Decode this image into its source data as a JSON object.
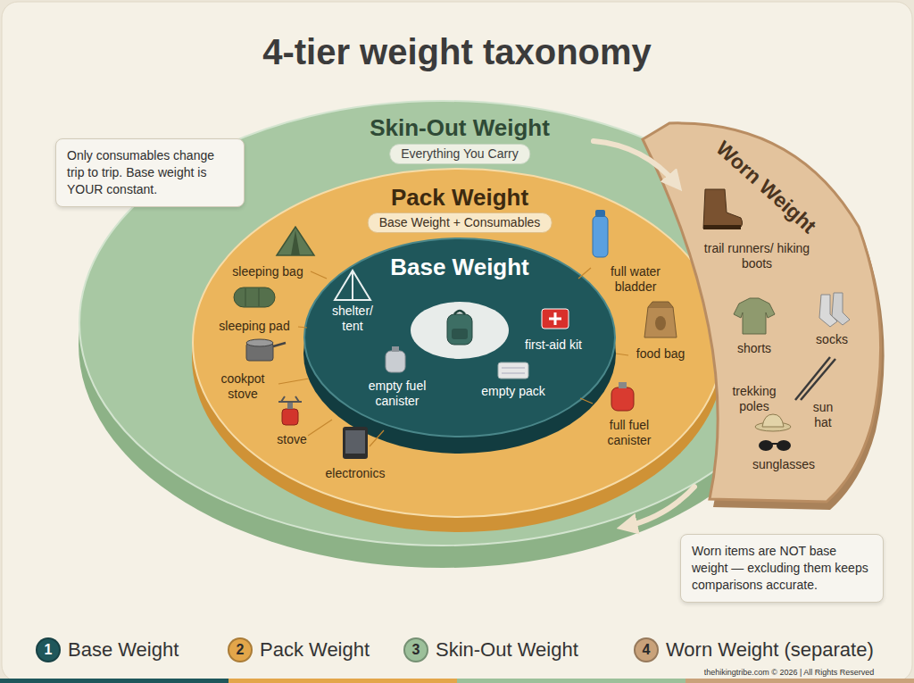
{
  "diagram": {
    "title": "4-tier weight taxonomy",
    "nodes": [
      {
        "text": [
          "Skin-Out Weight",
          "Everything You Carry"
        ]
      },
      {
        "text": [
          "Pack Weight",
          "Base Weight + Consumables"
        ],
        "in": 0
      },
      {
        "text": [
          "Base Weight"
        ],
        "in": 1
      },
      {
        "text": [
          "Worn Weight"
        ]
      },
      {
        "text": [
          "Only consumables change trip to trip. Base weight is YOUR constant."
        ]
      },
      {
        "text": [
          "Worn items are NOT base weight — excluding them keeps comparisons accurate."
        ]
      }
    ],
    "edges": [
      {
        "from": 0,
        "to": 3,
        "arrow": "to"
      },
      {
        "from": 3,
        "to": 0,
        "arrow": "to"
      }
    ],
    "labels": [
      "sleeping bag",
      "sleeping pad",
      "cookpot stove",
      "stove",
      "electronics",
      "shelter/ tent",
      "first-aid kit",
      "empty fuel canister",
      "empty pack",
      "full water bladder",
      "food bag",
      "full fuel canister",
      "trail runners/ hiking boots",
      "shorts",
      "socks",
      "trekking poles",
      "sun hat",
      "sunglasses",
      "1",
      "2",
      "3",
      "4",
      "thehikingtribe.com © 2026 | All Rights Reserved"
    ],
    "legend": [
      {
        "text": "Base Weight",
        "color": "#1f575b"
      },
      {
        "text": "Pack Weight",
        "color": "#e3a64a"
      },
      {
        "text": "Skin-Out Weight",
        "color": "#9cc09a"
      },
      {
        "text": "Worn Weight (separate)",
        "color": "#c9a27a"
      }
    ]
  }
}
